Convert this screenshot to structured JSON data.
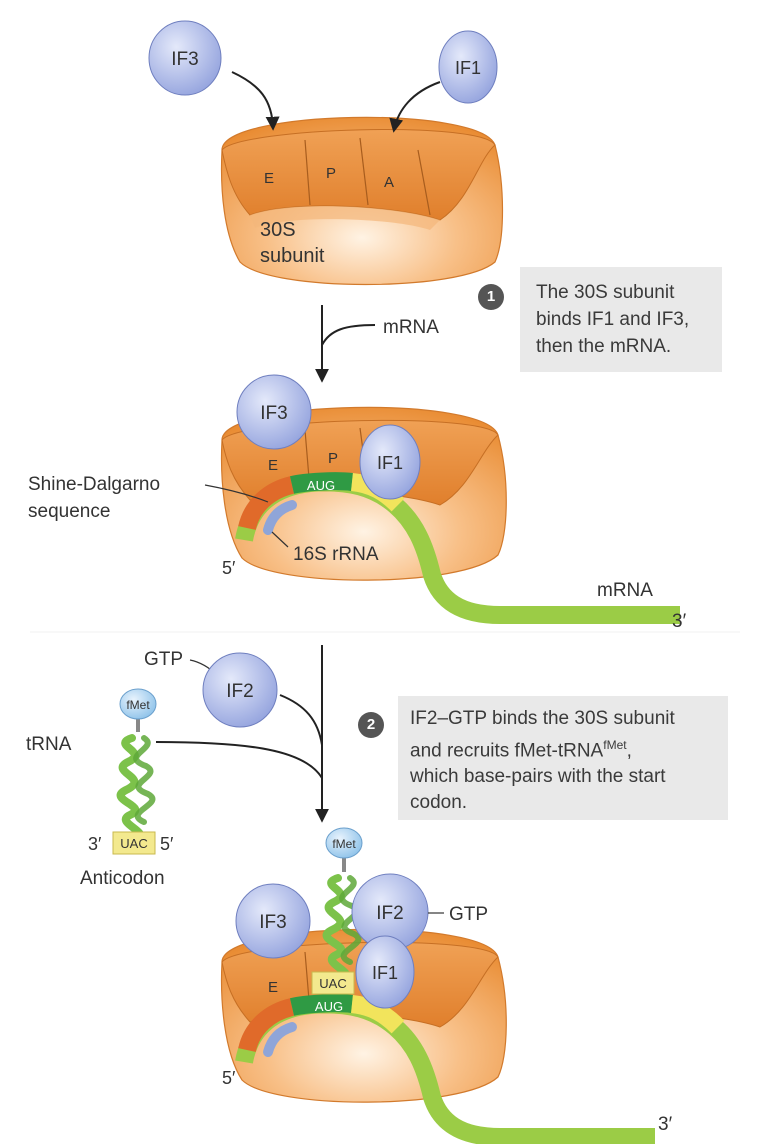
{
  "factors": {
    "if1": "IF1",
    "if2": "IF2",
    "if3": "IF3",
    "fmet": "fMet",
    "gtp": "GTP"
  },
  "sites": {
    "e": "E",
    "p": "P",
    "a": "A"
  },
  "labels": {
    "subunit_line1": "30S",
    "subunit_line2": "subunit",
    "mrna": "mRNA",
    "shine_line1": "Shine-Dalgarno",
    "shine_line2": "sequence",
    "rrna": "16S rRNA",
    "aug": "AUG",
    "uac": "UAC",
    "five_prime": "5′",
    "three_prime": "3′",
    "trna": "tRNA",
    "anticodon": "Anticodon"
  },
  "steps": [
    {
      "number": "1",
      "lines": [
        "The 30S subunit",
        "binds IF1 and IF3,",
        "then the mRNA."
      ]
    },
    {
      "number": "2",
      "line1": "IF2–GTP binds the 30S subunit",
      "line2_prefix": "and recruits fMet-tRNA",
      "line2_sup": "fMet",
      "line2_suffix": ",",
      "line3": "which base-pairs with the start",
      "line4": "codon."
    }
  ],
  "colors": {
    "subunit_orange": "#f2a65a",
    "factor_blue": "#a9b6e6",
    "mrna_green": "#9bcc46",
    "aug_green": "#2f9a44",
    "shine_orange": "#e06a2a",
    "mrna_yellow": "#f2e45c",
    "rrna_blue": "#8fa5d8",
    "trna_green": "#7cc24a",
    "panel_gray": "#e9e9e9"
  }
}
